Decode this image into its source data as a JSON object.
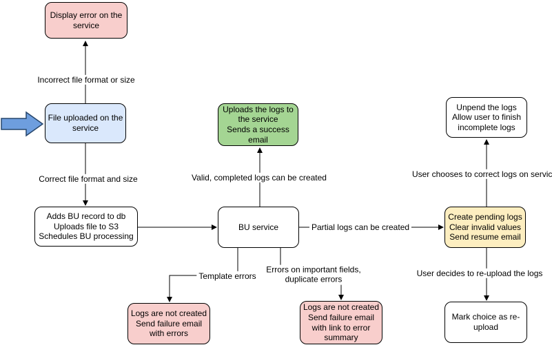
{
  "diagram": {
    "nodes": {
      "display_error": "Display error on the service",
      "file_uploaded": "File uploaded on the service",
      "adds_bu_record": "Adds BU record to db\nUploads file to S3\nSchedules BU processing",
      "bu_service": "BU service",
      "uploads_logs": "Uploads the logs to the service\nSends a success email",
      "unpend_logs": "Unpend the logs\nAllow user to finish incomplete logs",
      "create_pending": "Create pending logs\nClear invalid values\nSend resume email",
      "mark_reupload": "Mark choice as re-upload",
      "logs_failure_errors": "Logs are not created\nSend failure email with errors",
      "logs_failure_summary": "Logs are not created\nSend failure email with link to error summary"
    },
    "edge_labels": {
      "incorrect_format": "Incorrect file format or size",
      "correct_format": "Correct file format and size",
      "valid_logs": "Valid, completed logs can be created",
      "partial_logs": "Partial logs can be created",
      "user_corrects": "User chooses to correct logs on service",
      "user_reuploads": "User decides to re-upload the logs",
      "template_errors": "Template errors",
      "field_errors": "Errors on important fields,\nduplicate errors"
    },
    "colors": {
      "error_fill": "#f8cecc",
      "input_fill": "#dae8fc",
      "success_fill": "#a4d593",
      "pending_fill": "#fdeec0",
      "stroke": "#000000",
      "arrow_icon_fill": "#6e9ede",
      "arrow_icon_stroke": "#27466b"
    }
  }
}
